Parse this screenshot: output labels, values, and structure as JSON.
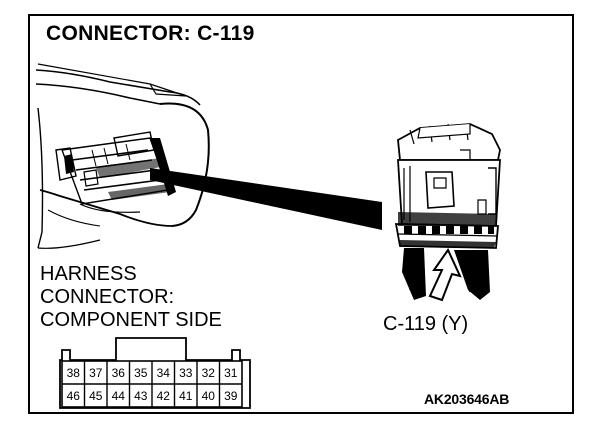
{
  "title": "CONNECTOR: C-119",
  "harness_label": {
    "line1": "HARNESS",
    "line2": "CONNECTOR:",
    "line3": "COMPONENT SIDE"
  },
  "part_label": "C-119 (Y)",
  "code": "AK203646AB",
  "pins": {
    "top_row": [
      "38",
      "37",
      "36",
      "35",
      "34",
      "33",
      "32",
      "31"
    ],
    "bottom_row": [
      "46",
      "45",
      "44",
      "43",
      "42",
      "41",
      "40",
      "39"
    ]
  }
}
